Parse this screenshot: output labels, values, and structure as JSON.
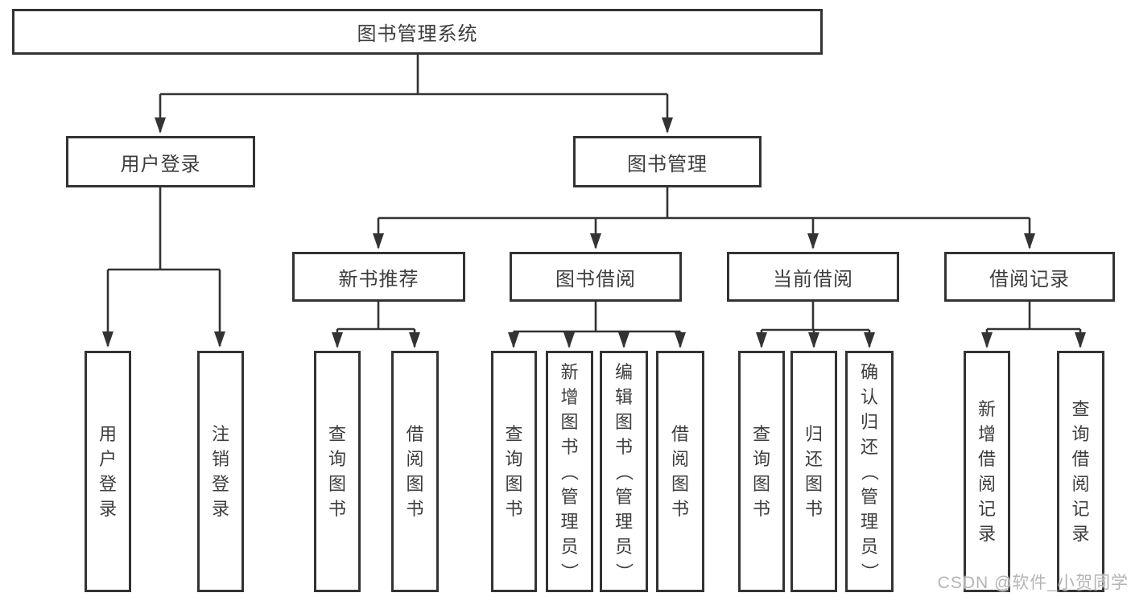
{
  "nodes": {
    "root": "图书管理系统",
    "user_login": "用户登录",
    "book_mgmt": "图书管理",
    "new_book_rec": "新书推荐",
    "book_borrow": "图书借阅",
    "current_borrow": "当前借阅",
    "borrow_records": "借阅记录",
    "leaf_user_login": "用户登录",
    "leaf_logout": "注销登录",
    "leaf_nbr_query_book": "查询图书",
    "leaf_nbr_borrow_book": "借阅图书",
    "leaf_bb_query_book": "查询图书",
    "leaf_bb_add_book": "新增图书（管理员）",
    "leaf_bb_edit_book": "编辑图书（管理员）",
    "leaf_bb_borrow_book": "借阅图书",
    "leaf_cb_query_book": "查询图书",
    "leaf_cb_return_book": "归还图书",
    "leaf_cb_confirm_return": "确认归还（管理员）",
    "leaf_br_add_record": "新增借阅记录",
    "leaf_br_query_record": "查询借阅记录"
  },
  "hierarchy": {
    "图书管理系统": {
      "用户登录": [
        "用户登录",
        "注销登录"
      ],
      "图书管理": {
        "新书推荐": [
          "查询图书",
          "借阅图书"
        ],
        "图书借阅": [
          "查询图书",
          "新增图书（管理员）",
          "编辑图书（管理员）",
          "借阅图书"
        ],
        "当前借阅": [
          "查询图书",
          "归还图书",
          "确认归还（管理员）"
        ],
        "借阅记录": [
          "新增借阅记录",
          "查询借阅记录"
        ]
      }
    }
  },
  "watermark": {
    "text": "CSDN @软件_小贺同学"
  },
  "colors": {
    "line": "#333333",
    "border": "#333333",
    "text": "#3d3d3d",
    "watermark": "#b4b4b4",
    "background": "#ffffff"
  }
}
